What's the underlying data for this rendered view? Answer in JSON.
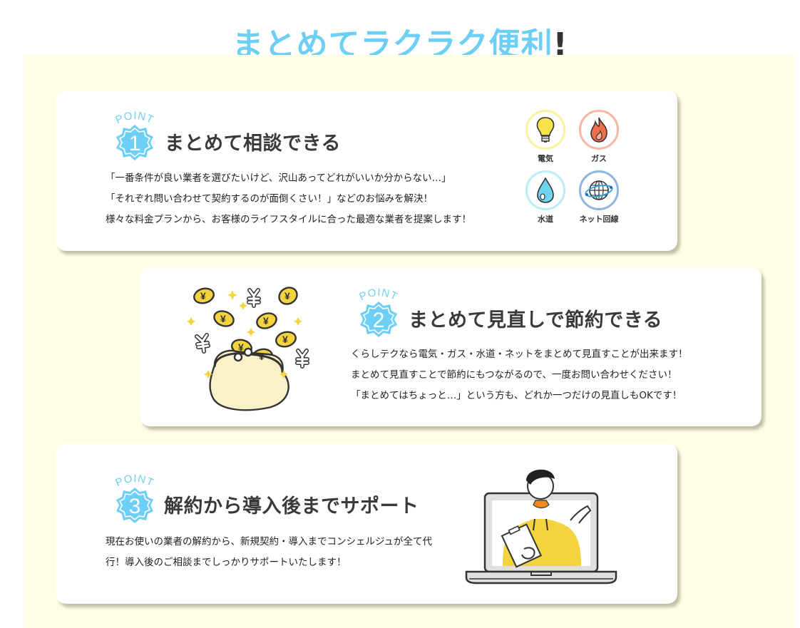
{
  "title": {
    "accent": "まとめてラクラク便利",
    "suffix": "!"
  },
  "colors": {
    "accent": "#6dcff6",
    "panel_bg": "#fefee6",
    "heading": "#3a3a3a"
  },
  "points": [
    {
      "badge_label": "POINT",
      "number": "1",
      "heading": "まとめて相談できる",
      "lines": [
        "「一番条件が良い業者を選びたいけど、沢山あってどれがいいか分からない…」",
        "「それぞれ問い合わせて契約するのが面倒くさい！」などのお悩みを解決！",
        "様々な料金プランから、お客様のライフスタイルに合った最適な業者を提案します！"
      ],
      "services": [
        {
          "label": "電気",
          "icon": "lightbulb-icon"
        },
        {
          "label": "ガス",
          "icon": "flame-icon"
        },
        {
          "label": "水道",
          "icon": "water-drop-icon"
        },
        {
          "label": "ネット回線",
          "icon": "globe-network-icon"
        }
      ]
    },
    {
      "badge_label": "POINT",
      "number": "2",
      "heading": "まとめて見直しで節約できる",
      "lines": [
        "くらしテクなら電気・ガス・水道・ネットをまとめて見直すことが出来ます！",
        "まとめて見直すことで節約にもつながるので、一度お問い合わせください！",
        "「まとめてはちょっと…」という方も、どれか一つだけの見直しもOKです！"
      ],
      "illustration": "coin-purse-illustration"
    },
    {
      "badge_label": "POINT",
      "number": "3",
      "heading": "解約から導入後までサポート",
      "lines": [
        "現在お使いの業者の解約から、新規契約・導入までコンシェルジュが全て代",
        "行！導入後のご相談までしっかりサポートいたします！"
      ],
      "illustration": "concierge-laptop-illustration"
    }
  ]
}
